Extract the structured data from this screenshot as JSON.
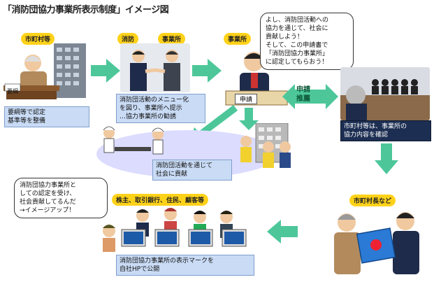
{
  "title": "「消防団協力事業所表示制度」イメージ図",
  "tags": {
    "municipality": "市町村等",
    "fire_brigade": "消防",
    "business": "事業所",
    "business2": "事業所",
    "mayor": "市町村長など",
    "stakeholders": "株主、取引銀行、住民、顧客等"
  },
  "boxes": {
    "standards": "要綱等で認定\n基準等を整備",
    "menu": "消防団活動のメニュー化\nを図り、事業所へ提示\n…協力事業所の勧誘",
    "confirm": "市町村等は、事業所の\n協力内容を確認",
    "contribute": "消防団活動を通じて\n社会に貢献",
    "publish": "消防団協力事業所の表示マークを\n自社HPで公開"
  },
  "bubbles": {
    "business_thought": "よし、消防団活動への\n協力を通じて、社会に\n貢献しよう！\nそして、この申請書で\n「消防団協力事業所」\nに認定してもらおう！",
    "after_cert": "消防団協力事業所と\nしての認定を受け、\n社会貢献してるんだ\n→イメージアップ！"
  },
  "labels": {
    "youkou": "要綱",
    "application": "申請",
    "apply_recommend": "申請\n推薦"
  },
  "colors": {
    "arrow": "#4dc79a",
    "tag": "#ffd21a",
    "box_light": "#c9dbf5",
    "box_dark": "#1c2e52",
    "ellipse": "#dcdcff"
  }
}
